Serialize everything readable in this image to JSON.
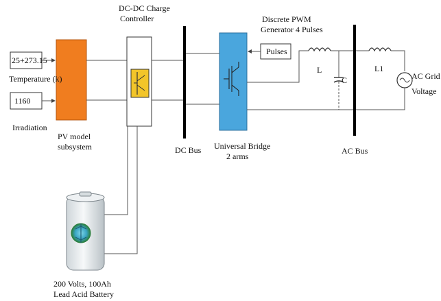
{
  "inputs": {
    "temperature_value": "25+273.15",
    "temperature_label": "Temperature (k)",
    "irradiation_value": "1160",
    "irradiation_label": "Irradiation"
  },
  "blocks": {
    "pv_model": {
      "line1": "PV model",
      "line2": "subsystem",
      "color": "#f07d1f"
    },
    "charge_controller": {
      "line1": "DC-DC Charge",
      "line2": "Controller"
    },
    "dc_bus": "DC Bus",
    "universal_bridge": {
      "line1": "Universal Bridge",
      "line2": "2 arms",
      "color": "#4aa6dd"
    },
    "pwm_generator": {
      "line1": "Discrete PWM",
      "line2": "Generator 4 Pulses",
      "pulses_label": "Pulses"
    },
    "inductor_l": "L",
    "capacitor_c": "C",
    "inductor_l1": "L1",
    "ac_bus": "AC Bus",
    "ac_grid": {
      "line1": "AC Grid",
      "line2": "Voltage"
    },
    "battery": {
      "line1": "200 Volts, 100Ah",
      "line2": "Lead Acid Battery"
    }
  }
}
